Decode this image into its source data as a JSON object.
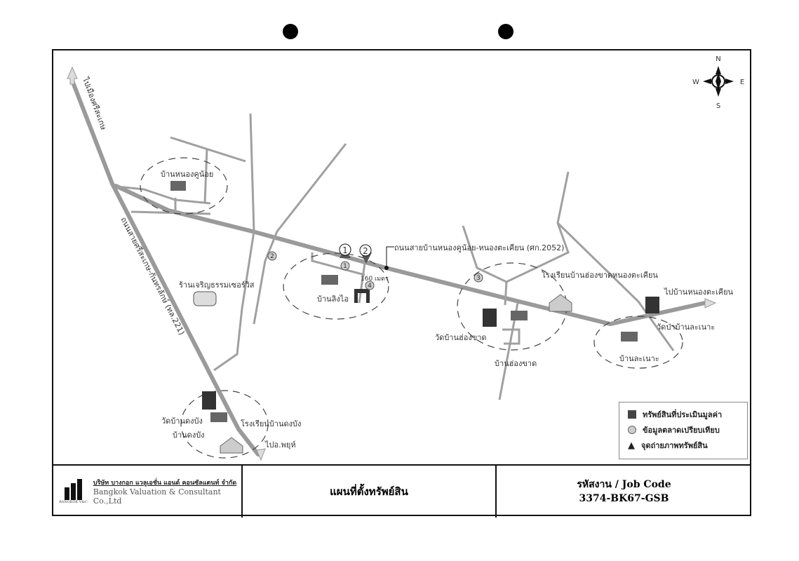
{
  "compass": {
    "north": "N",
    "south": "S",
    "east": "E",
    "west": "W"
  },
  "map": {
    "highway_label": "ถนนสายศรีสะเกษ-กันทรลักษ์ (ทล.221)",
    "to_city": "ไปเมืองศรีสะเกษ",
    "to_phayu": "ไปอ.พยุห์",
    "main_road_label": "ถนนสายบ้านหนองคูน้อย-หนองตะเคียน (ศก.2052)",
    "to_nong_takhian": "ไปบ้านหนองตะเคียน",
    "village_nong_khu_noi": "บ้านหนองคูน้อย",
    "service_shop": "ร้านเจริญธรรมเซอร์วิส",
    "village_ling_ai": "บ้านลิงไอ",
    "distance": "160 เมตร",
    "school_hong_khat": "โรงเรียนบ้านฮ่องขาดหนองตะเคียน",
    "temple_hong_khat": "วัดบ้านฮ่องขาด",
    "village_hong_khat": "บ้านฮ่องขาด",
    "temple_la_no": "วัดป่าบ้านละเนาะ",
    "village_la_no": "บ้านละเนาะ",
    "temple_dong_bang": "วัดบ้านดงบัง",
    "village_dong_bang": "บ้านดงบัง",
    "school_dong_bang": "โรงเรียนบ้านดงบัง",
    "markers": {
      "photo1": "1",
      "photo2": "2",
      "comp1": "1",
      "comp2": "2",
      "comp3": "3",
      "comp4": "4"
    }
  },
  "legend": {
    "items": [
      {
        "label": "ทรัพย์สินที่ประเมินมูลค่า",
        "icon": "square"
      },
      {
        "label": "ข้อมูลตลาดเปรียบเทียบ",
        "icon": "circle"
      },
      {
        "label": "จุดถ่ายภาพทรัพย์สิน",
        "icon": "camera-point"
      }
    ]
  },
  "footer": {
    "logo_text": "BANGKOK V&C",
    "company_th": "บริษัท บางกอก แวลูเอชั่น แอนด์ คอนซัลแตนท์ จำกัด",
    "company_en": "Bangkok Valuation & Consultant Co.,Ltd",
    "title": "แผนที่ตั้งทรัพย์สิน",
    "job_code_label": "รหัสงาน / Job Code",
    "job_code": "3374-BK67-GSB"
  },
  "colors": {
    "road": "#9a9a9a",
    "ink": "#111111"
  }
}
